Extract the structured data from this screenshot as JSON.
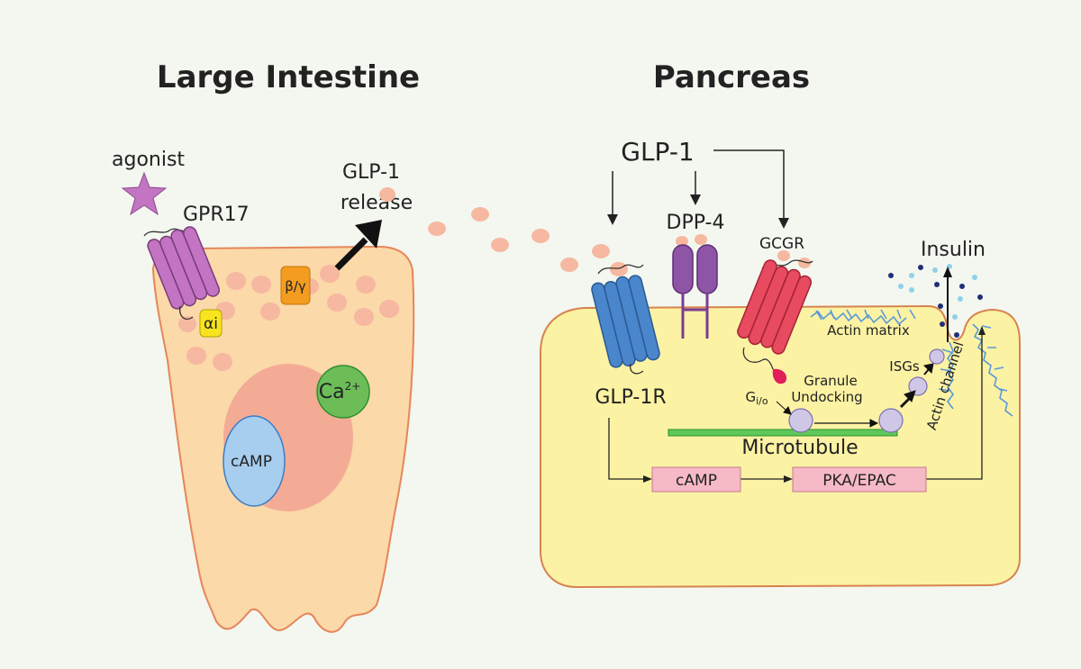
{
  "titles": {
    "left": "Large Intestine",
    "right": "Pancreas"
  },
  "intestine": {
    "agonist": "agonist",
    "gpr17": "GPR17",
    "alpha": "αi",
    "beta_gamma": "β/γ",
    "camp": "cAMP",
    "calcium": "Ca",
    "calcium_sup": "2+",
    "glp1_line1": "GLP-1",
    "glp1_line2": "release"
  },
  "pancreas": {
    "glp1": "GLP-1",
    "dpp4": "DPP-4",
    "gcgr": "GCGR",
    "glp1r": "GLP-1R",
    "insulin": "Insulin",
    "actin_matrix": "Actin matrix",
    "isgs": "ISGs",
    "granule_line1": "Granule",
    "granule_line2": "Undocking",
    "gio": "G",
    "gio_sub": "i/o",
    "microtubule": "Microtubule",
    "camp": "cAMP",
    "pka_epac": "PKA/EPAC",
    "actin_channel": "Actin channel"
  },
  "colors": {
    "background": "#f3f7ef",
    "intestine_cell": "#fbd9a9",
    "nucleus": "#f4ab95",
    "pancreas_cell": "#fbf2a4",
    "gpr17_receptor": "#c374c3",
    "glp1r_receptor": "#4a86cc",
    "dpp4": "#8e55a6",
    "gcgr": "#e84a5f",
    "camp_blob": "#a7cdef",
    "calcium_blob": "#6cbd58",
    "alpha_subunit": "#f7e41f",
    "beta_gamma_subunit": "#f39c1f",
    "glp1_dots": "#f6b8a0",
    "microtubule": "#5fc85a",
    "box_fill": "#f6b9c6"
  }
}
